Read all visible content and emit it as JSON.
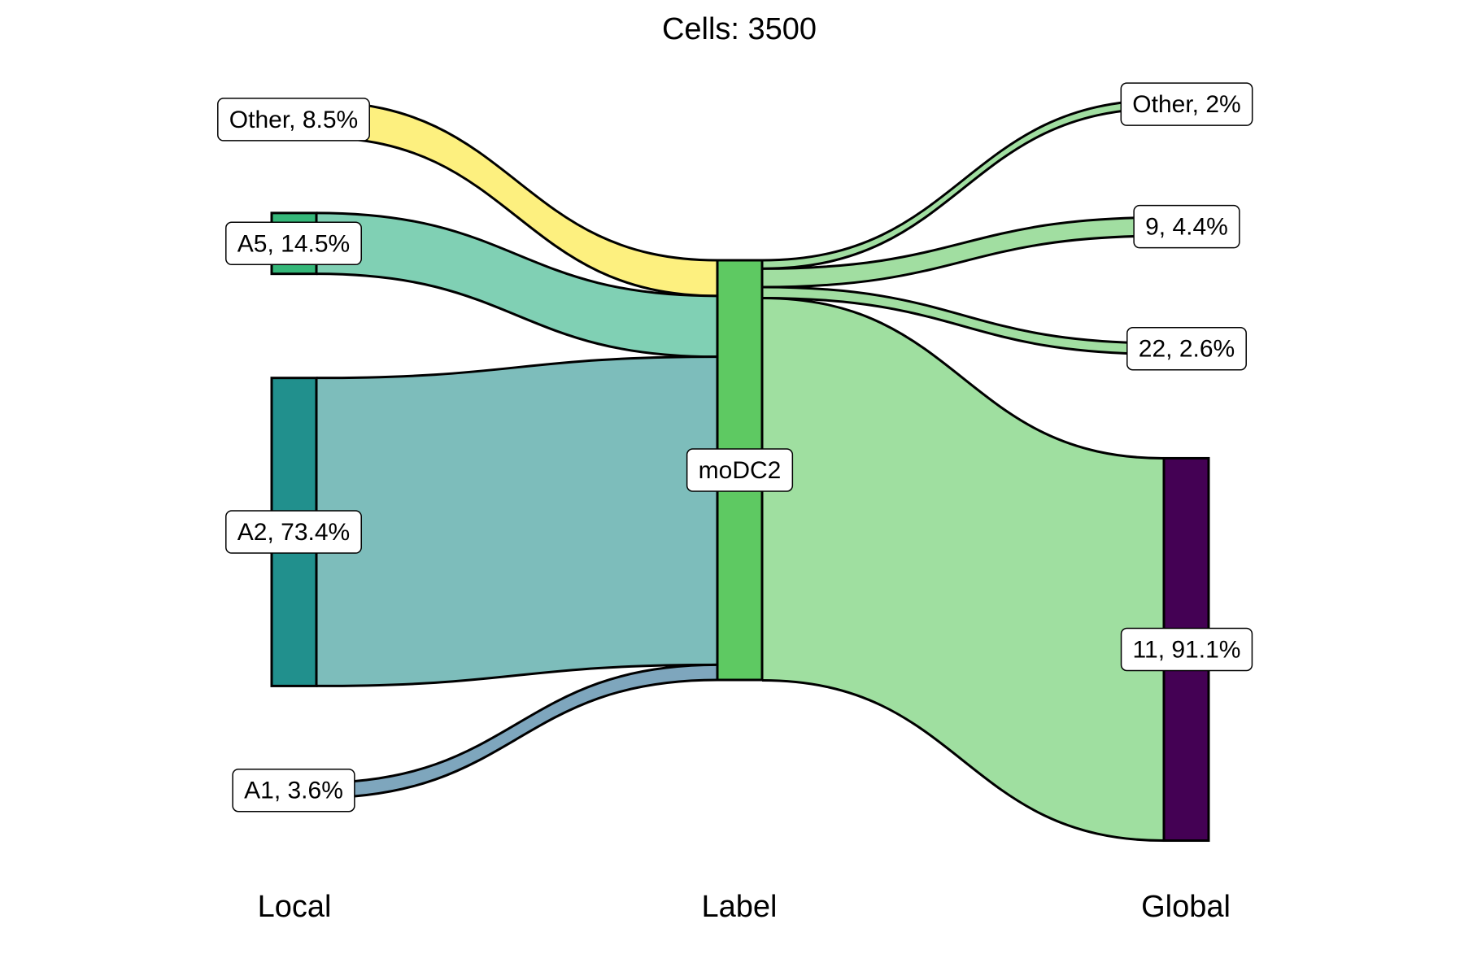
{
  "chart_data": {
    "type": "sankey",
    "title": "Cells:  3500",
    "axes": [
      "Local",
      "Label",
      "Global"
    ],
    "local_nodes": [
      {
        "id": "Other",
        "label": "Other, 8.5%",
        "pct": 8.5,
        "color": "#fde725",
        "flow_color": "#fdf07f"
      },
      {
        "id": "A5",
        "label": "A5, 14.5%",
        "pct": 14.5,
        "color": "#35b779",
        "flow_color": "#80d0b4"
      },
      {
        "id": "A2",
        "label": "A2, 73.4%",
        "pct": 73.4,
        "color": "#21908d",
        "flow_color": "#7dbdbb"
      },
      {
        "id": "A1",
        "label": "A1, 3.6%",
        "pct": 3.6,
        "color": "#3e4a89",
        "flow_color": "#7ea6bd"
      }
    ],
    "label_node": {
      "id": "moDC2",
      "label": "moDC2",
      "pct": 100,
      "color": "#5ec962"
    },
    "global_nodes": [
      {
        "id": "Other",
        "label": "Other, 2%",
        "pct": 2.0,
        "color": "#fde725",
        "flow_color": "#a1dea1"
      },
      {
        "id": "9",
        "label": "9, 4.4%",
        "pct": 4.4,
        "color": "#31688e",
        "flow_color": "#a1dea1"
      },
      {
        "id": "22",
        "label": "22, 2.6%",
        "pct": 2.6,
        "color": "#443983",
        "flow_color": "#a1dea1"
      },
      {
        "id": "11",
        "label": "11, 91.1%",
        "pct": 91.1,
        "color": "#440154",
        "flow_color": "#9fdfa0"
      }
    ]
  }
}
